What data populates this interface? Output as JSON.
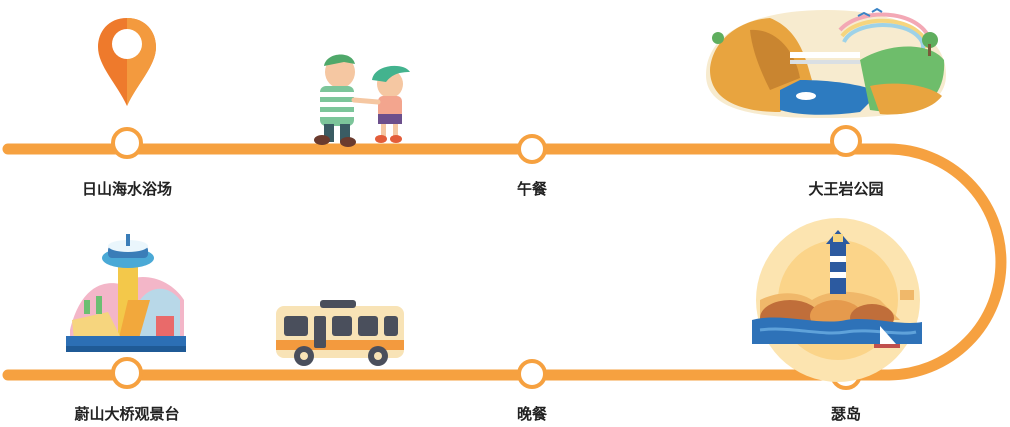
{
  "route": {
    "accent_color": "#F6A140",
    "stops": [
      {
        "name": "日山海水浴场",
        "icon": "location-pin-icon"
      },
      {
        "name": "午餐",
        "icon": "walking-couple-icon"
      },
      {
        "name": "大王岩公园",
        "icon": "coastal-park-icon"
      },
      {
        "name": "瑟岛",
        "icon": "lighthouse-island-icon"
      },
      {
        "name": "晚餐",
        "icon": ""
      },
      {
        "name": "蔚山大桥观景台",
        "icon": "observation-tower-icon"
      }
    ]
  },
  "bus": {
    "icon": "bus-icon"
  }
}
